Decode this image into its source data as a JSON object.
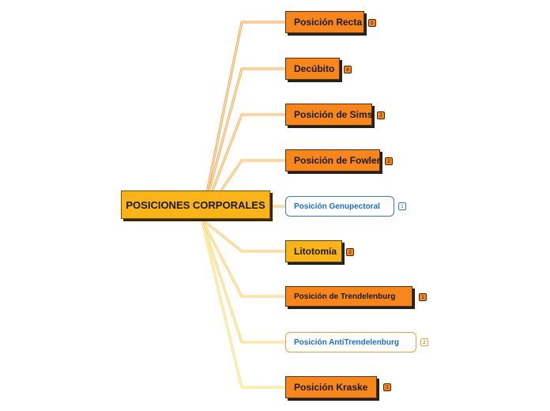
{
  "root": {
    "label": "POSICIONES CORPORALES"
  },
  "branches": [
    {
      "label": "Posición Recta",
      "count": "5"
    },
    {
      "label": "Decúbito",
      "count": "6"
    },
    {
      "label": "Posición de Sims",
      "count": "2"
    },
    {
      "label": "Posición de Fowler",
      "count": "2"
    },
    {
      "label": "Posición Genupectoral",
      "count": "1"
    },
    {
      "label": "Litotomía",
      "count": "2"
    },
    {
      "label": "Posición de Trendelenburg",
      "count": "1"
    },
    {
      "label": "Posición AntiTrendelenburg",
      "count": "2"
    },
    {
      "label": "Posición Kraske",
      "count": "1"
    }
  ],
  "colors": {
    "root_fill": "#f9b41a",
    "dark_node_fill": "#f7861c",
    "light_node_fill": "#f9b41a",
    "outline_text": "#1e6fbf",
    "connector_top": "#f7a14a",
    "connector_bottom": "#fce07a"
  }
}
